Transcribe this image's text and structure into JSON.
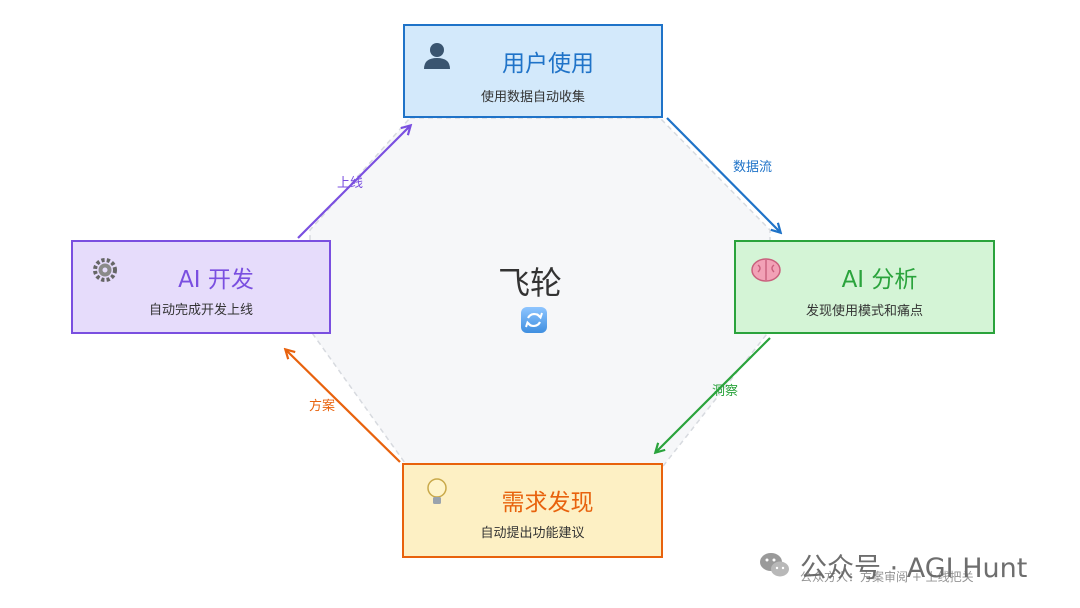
{
  "center": {
    "title": "飞轮",
    "icon": "cycle-arrows-icon"
  },
  "nodes": {
    "user": {
      "title": "用户使用",
      "subtitle": "使用数据自动收集",
      "icon": "user-icon",
      "color": "#1f73c8",
      "fill": "#d3e9fb"
    },
    "analysis": {
      "title": "AI 分析",
      "subtitle": "发现使用模式和痛点",
      "icon": "brain-icon",
      "color": "#2aa33c",
      "fill": "#d4f4d6"
    },
    "demand": {
      "title": "需求发现",
      "subtitle": "自动提出功能建议",
      "icon": "lightbulb-icon",
      "color": "#e8620d",
      "fill": "#fdf0c4"
    },
    "dev": {
      "title": "AI 开发",
      "subtitle": "自动完成开发上线",
      "icon": "gear-icon",
      "color": "#7a4fe0",
      "fill": "#e6dcfb"
    }
  },
  "edges": {
    "data_flow": "数据流",
    "insight": "洞察",
    "solution": "方案",
    "launch": "上线"
  },
  "watermark": {
    "text": "公众号 · AGI Hunt",
    "subtext": "公众方人：方案审阅 + 上线把关",
    "icon": "wechat-icon"
  }
}
